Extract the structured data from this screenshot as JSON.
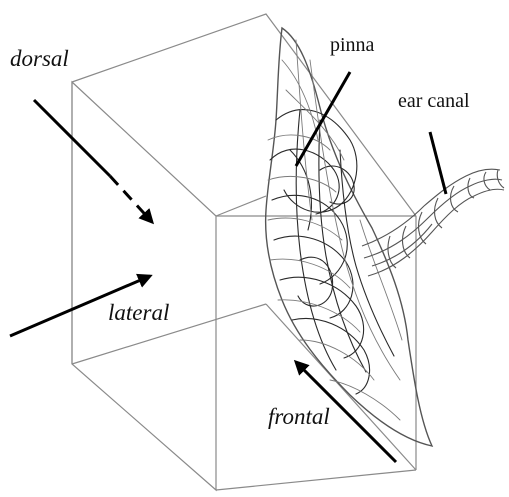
{
  "labels": {
    "dorsal": "dorsal",
    "lateral": "lateral",
    "frontal": "frontal",
    "pinna": "pinna",
    "ear_canal": "ear canal"
  },
  "colors": {
    "box_edges": "#8a8a8a",
    "mesh_dark": "#2a2a2a",
    "mesh_light": "#7a7a7a",
    "arrows": "#000000",
    "text": "#111111"
  },
  "figure": {
    "subject": "3D mesh of outer ear (pinna) with ear canal inside a bounding box",
    "arrow_count": 3,
    "dorsal_arrow_style": "dashed"
  }
}
